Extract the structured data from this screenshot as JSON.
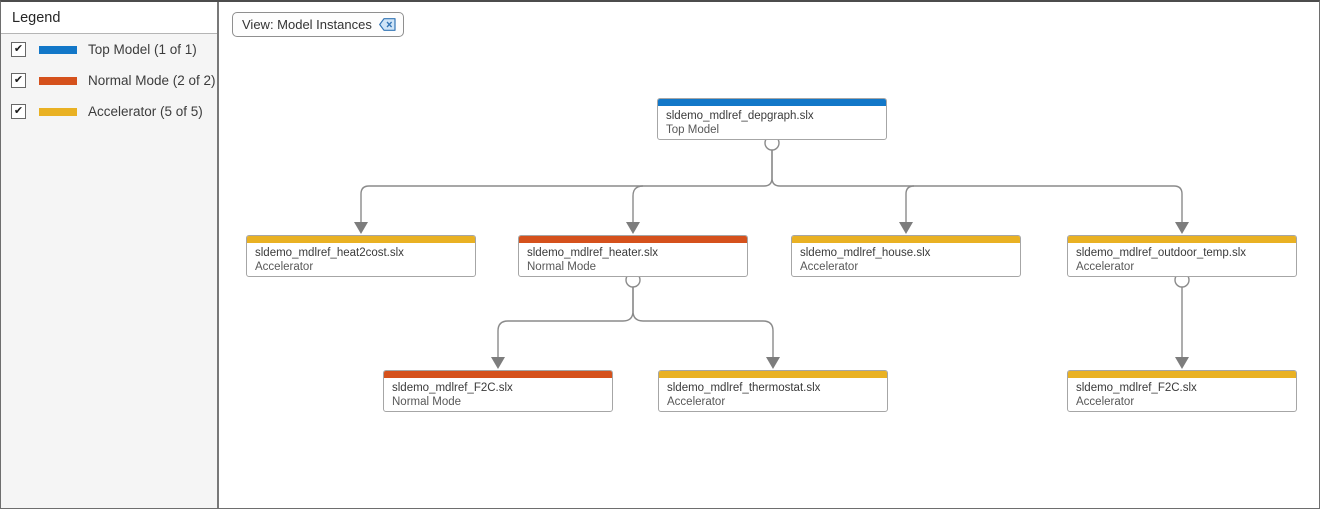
{
  "legend": {
    "title": "Legend",
    "items": [
      {
        "label": "Top Model (1 of 1)",
        "color": "#1277c8",
        "checked": true
      },
      {
        "label": "Normal Mode (2 of 2)",
        "color": "#d5511c",
        "checked": true
      },
      {
        "label": "Accelerator (5 of 5)",
        "color": "#e9b123",
        "checked": true
      }
    ]
  },
  "icons": {
    "checkmark": "✔",
    "clear_filter": "backspace-x"
  },
  "view_chip": {
    "label": "View: Model Instances"
  },
  "colors": {
    "top_model": "#1277c8",
    "normal_mode": "#d5511c",
    "accelerator": "#e9b123",
    "edge": "#8a8a8a"
  },
  "graph": {
    "nodes": [
      {
        "file": "sldemo_mdlref_depgraph.slx",
        "mode": "Top Model",
        "color": "#1277c8"
      },
      {
        "file": "sldemo_mdlref_heat2cost.slx",
        "mode": "Accelerator",
        "color": "#e9b123"
      },
      {
        "file": "sldemo_mdlref_heater.slx",
        "mode": "Normal Mode",
        "color": "#d5511c"
      },
      {
        "file": "sldemo_mdlref_house.slx",
        "mode": "Accelerator",
        "color": "#e9b123"
      },
      {
        "file": "sldemo_mdlref_outdoor_temp.slx",
        "mode": "Accelerator",
        "color": "#e9b123"
      },
      {
        "file": "sldemo_mdlref_F2C.slx",
        "mode": "Normal Mode",
        "color": "#d5511c"
      },
      {
        "file": "sldemo_mdlref_thermostat.slx",
        "mode": "Accelerator",
        "color": "#e9b123"
      },
      {
        "file": "sldemo_mdlref_F2C.slx",
        "mode": "Accelerator",
        "color": "#e9b123"
      }
    ],
    "edges": [
      {
        "from": "sldemo_mdlref_depgraph.slx",
        "to": "sldemo_mdlref_heat2cost.slx"
      },
      {
        "from": "sldemo_mdlref_depgraph.slx",
        "to": "sldemo_mdlref_heater.slx"
      },
      {
        "from": "sldemo_mdlref_depgraph.slx",
        "to": "sldemo_mdlref_house.slx"
      },
      {
        "from": "sldemo_mdlref_depgraph.slx",
        "to": "sldemo_mdlref_outdoor_temp.slx"
      },
      {
        "from": "sldemo_mdlref_heater.slx",
        "to": "sldemo_mdlref_F2C.slx"
      },
      {
        "from": "sldemo_mdlref_heater.slx",
        "to": "sldemo_mdlref_thermostat.slx"
      },
      {
        "from": "sldemo_mdlref_outdoor_temp.slx",
        "to": "sldemo_mdlref_F2C.slx"
      }
    ]
  }
}
